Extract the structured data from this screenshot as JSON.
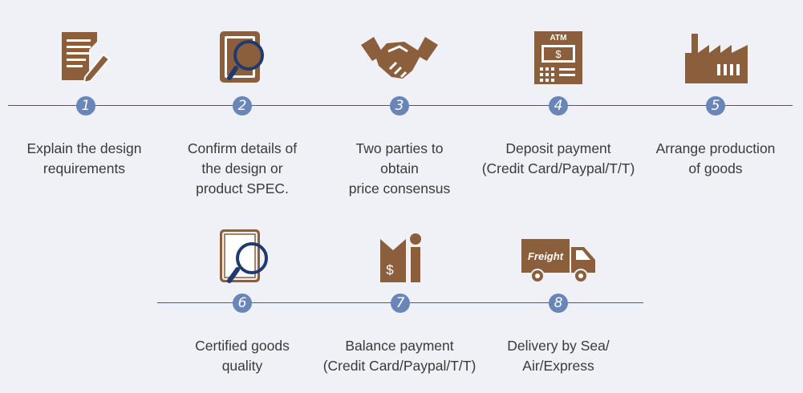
{
  "colors": {
    "icon": "#8b5e3c",
    "line": "#3d5d8f",
    "badge": "#6a86b8",
    "text": "#3a3a3a"
  },
  "steps": [
    {
      "number": "1",
      "icon": "document-pencil-icon",
      "lines": [
        "Explain the design",
        "requirements"
      ]
    },
    {
      "number": "2",
      "icon": "tablet-magnifier-icon",
      "lines": [
        "Confirm details of",
        "the design or",
        "product SPEC."
      ]
    },
    {
      "number": "3",
      "icon": "handshake-icon",
      "lines": [
        "Two parties to",
        "obtain",
        "price consensus"
      ]
    },
    {
      "number": "4",
      "icon": "atm-icon",
      "atm_label": "ATM",
      "lines": [
        "Deposit payment",
        "(Credit Card/Paypal/T/T)"
      ]
    },
    {
      "number": "5",
      "icon": "factory-icon",
      "lines": [
        "Arrange production",
        "of goods"
      ]
    },
    {
      "number": "6",
      "icon": "tablet-magnifier-icon",
      "lines": [
        "Certified goods",
        "quality"
      ]
    },
    {
      "number": "7",
      "icon": "payment-person-icon",
      "lines": [
        "Balance payment",
        "(Credit Card/Paypal/T/T)"
      ]
    },
    {
      "number": "8",
      "icon": "freight-truck-icon",
      "truck_label": "Freight",
      "lines": [
        "Delivery by Sea/",
        "Air/Express"
      ]
    }
  ]
}
